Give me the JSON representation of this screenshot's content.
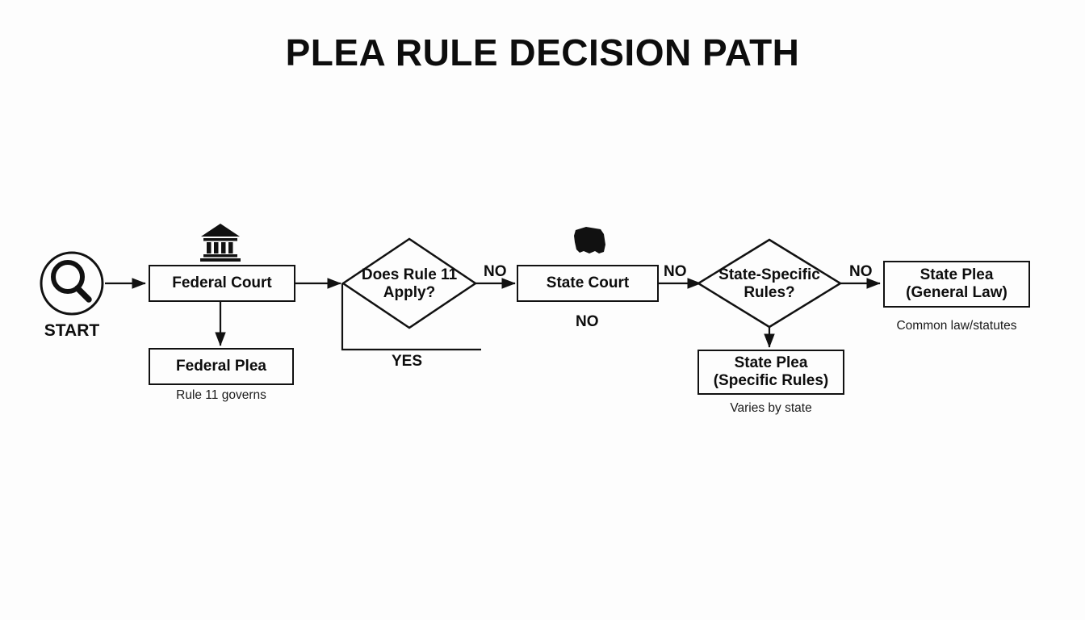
{
  "title": "PLEA RULE DECISION PATH",
  "background": "#fdfdfd",
  "ink": "#111111",
  "start": {
    "label": "START",
    "icon": "magnifier-icon"
  },
  "nodes": {
    "federal_court": {
      "label": "Federal Court",
      "icon": "courthouse-icon"
    },
    "federal_plea": {
      "label": "Federal Plea",
      "caption": "Rule 11 governs"
    },
    "rule11_decision": {
      "line1": "Does Rule 11",
      "line2": "Apply?"
    },
    "state_court": {
      "label": "State Court",
      "icon": "state-map-icon",
      "below_label": "NO"
    },
    "state_rules_decision": {
      "line1": "State-Specific",
      "line2": "Rules?"
    },
    "state_plea_specific": {
      "line1": "State Plea",
      "line2": "(Specific Rules)",
      "caption": "Varies by state"
    },
    "state_plea_general": {
      "line1": "State Plea",
      "line2": "(General Law)",
      "caption": "Common law/statutes"
    }
  },
  "edge_labels": {
    "rule11_no": "NO",
    "rule11_yes": "YES",
    "state_court_no": "NO",
    "state_rules_no": "NO"
  }
}
